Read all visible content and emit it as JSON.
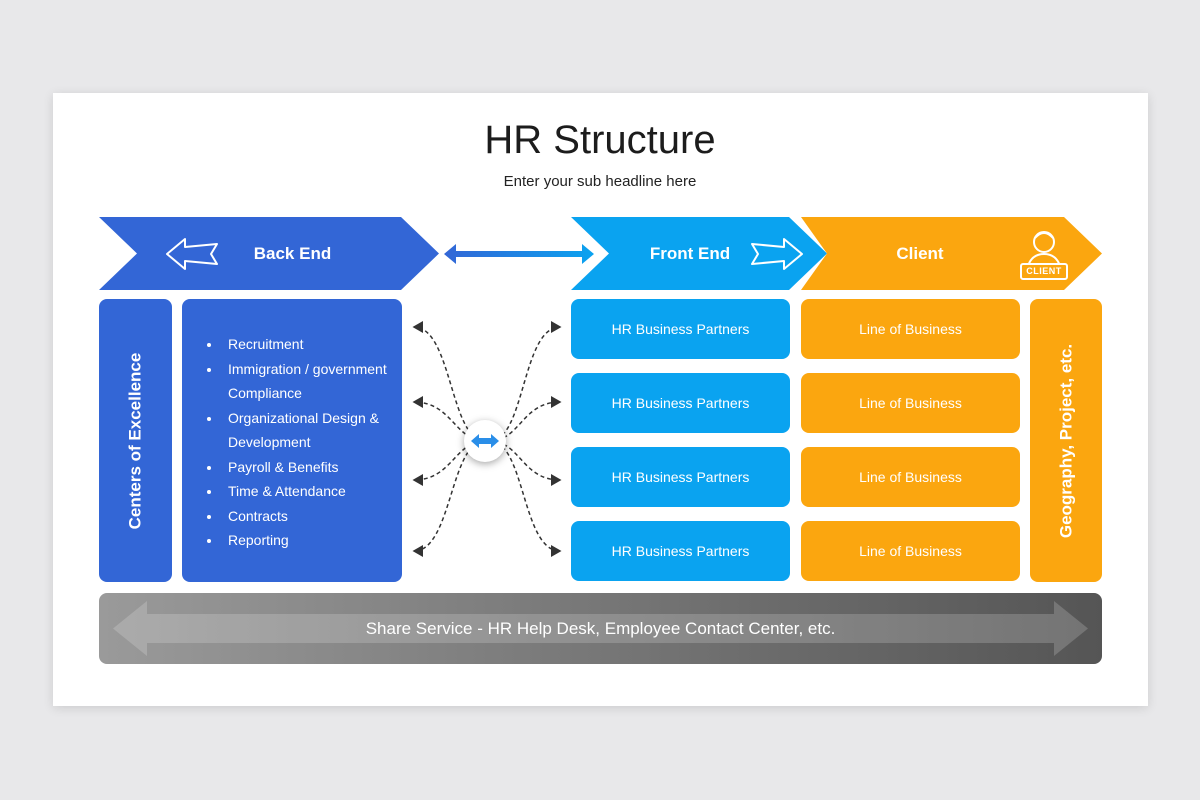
{
  "header": {
    "title": "HR Structure",
    "subtitle": "Enter your sub headline here"
  },
  "bands": {
    "back_end": "Back End",
    "front_end": "Front End",
    "client": "Client",
    "client_badge": "CLIENT"
  },
  "back_end": {
    "vertical_label": "Centers of Excellence",
    "items": [
      "Recruitment",
      "Immigration / government Compliance",
      "Organizational Design & Development",
      "Payroll & Benefits",
      "Time & Attendance",
      "Contracts",
      "Reporting"
    ]
  },
  "front_end": {
    "cells": [
      "HR Business Partners",
      "HR Business Partners",
      "HR Business Partners",
      "HR Business Partners"
    ]
  },
  "client": {
    "cells": [
      "Line of Business",
      "Line of Business",
      "Line of Business",
      "Line of Business"
    ],
    "vertical_label": "Geography, Project, etc."
  },
  "share_service": {
    "label": "Share Service - HR Help Desk, Employee Contact Center, etc."
  },
  "colors": {
    "back_end": "#3366d6",
    "front_end": "#0aa3f0",
    "client": "#fba60f",
    "share": "#707070"
  },
  "icons": [
    "arrow-left-icon",
    "arrow-right-icon",
    "double-arrow-icon",
    "client-person-icon"
  ]
}
